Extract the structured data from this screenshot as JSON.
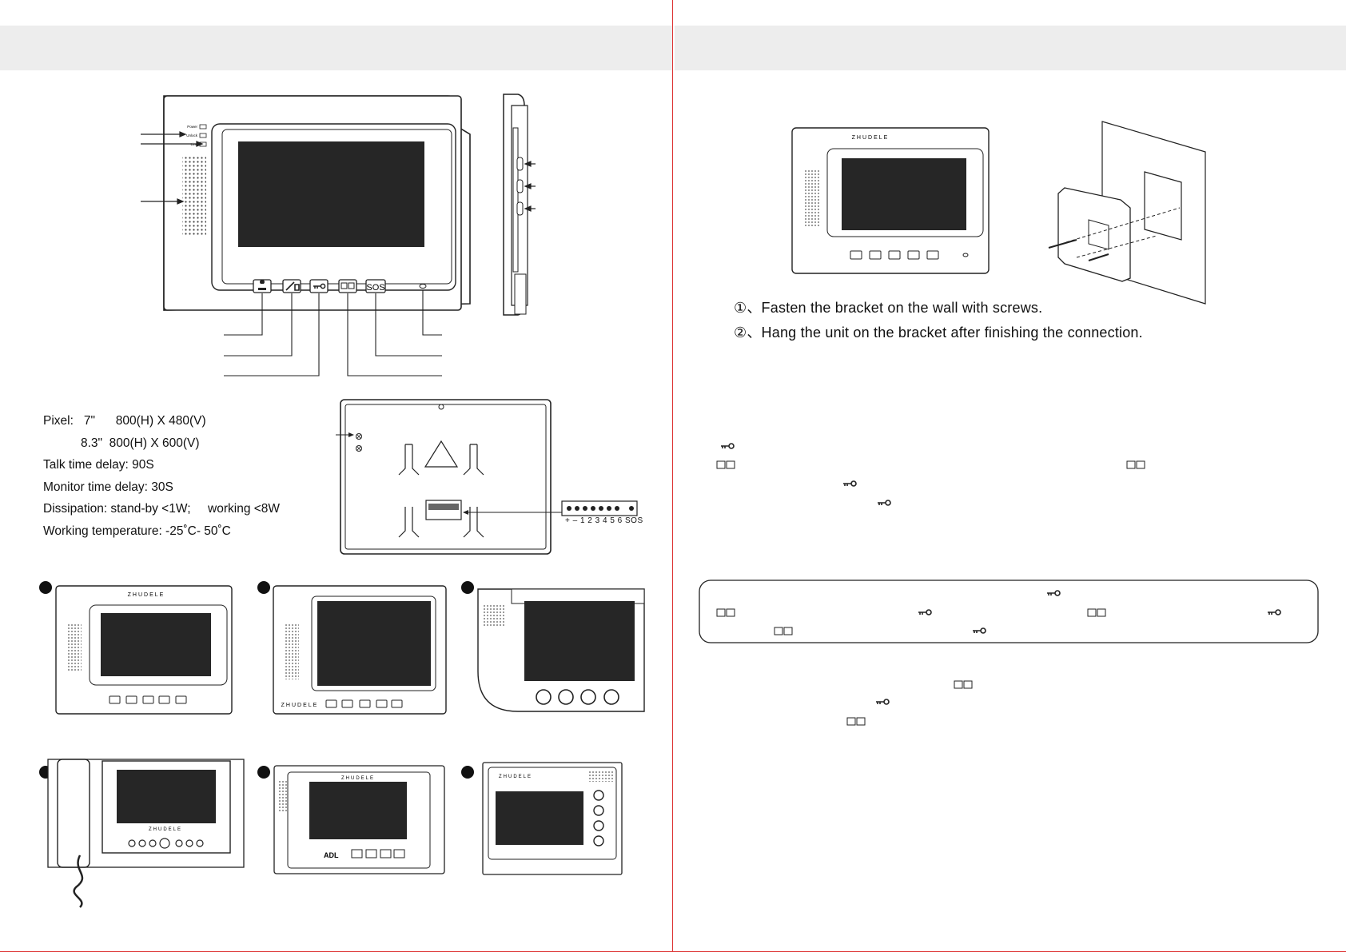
{
  "front_panel": {
    "led_labels": [
      "Power",
      "Unlock",
      "Line"
    ],
    "sos_label": "SOS"
  },
  "specs": {
    "pixel_7": "Pixel:   7\"      800(H) X 480(V)",
    "pixel_83": "8.3\"  800(H) X 600(V)",
    "talk": "Talk time delay: 90S",
    "monitor": "Monitor time delay: 30S",
    "dissipation": "Dissipation: stand-by <1W;     working <8W",
    "temperature": "Working temperature: -25˚C- 50˚C"
  },
  "terminal": {
    "labels": "+ –  1 2 3 4 5 6  SOS"
  },
  "installation": {
    "brand": "ZHUDELE",
    "step1": "①、Fasten the bracket on the wall with screws.",
    "step2": "②、Hang the unit on the bracket after finishing the connection."
  },
  "models": {
    "brand": "ZHUDELE",
    "adl_brand": "ADL"
  },
  "colors": {
    "border_red": "#d33333",
    "header_gray": "#ededed",
    "screen": "#262626"
  },
  "icons": [
    "unlock-key-icon",
    "monitor-icon",
    "talk-icon",
    "intercom-icon",
    "sos-icon"
  ]
}
